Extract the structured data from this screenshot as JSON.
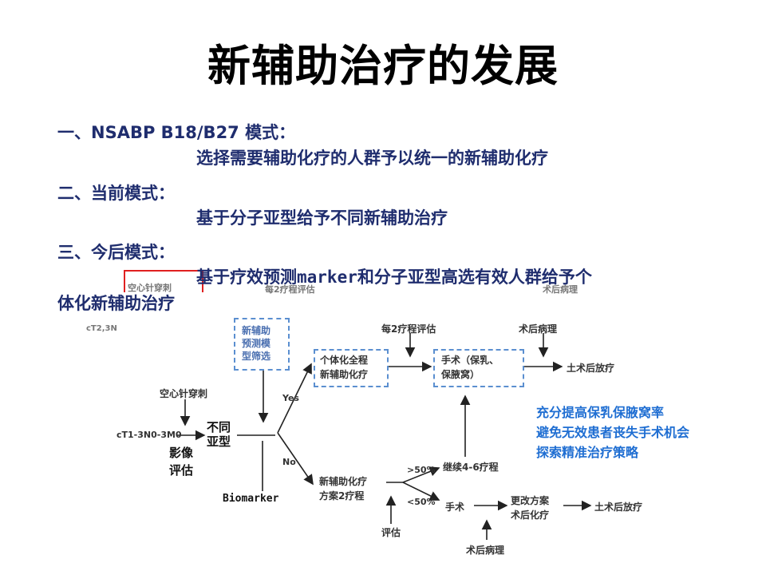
{
  "title": "新辅助治疗的发展",
  "text": {
    "l1": "一、NSABP B18/B27 模式：",
    "l1_detail": "选择需要辅助化疗的人群予以统一的新辅助化疗",
    "l2": "二、当前模式：",
    "l2_detail": "基于分子亚型给予不同新辅助治疗",
    "l3": "三、今后模式：",
    "l3_detail": "基于疗效预测marker和分子亚型高选有效人群给予个",
    "l3_wrap": "体化新辅助治疗"
  },
  "figure": {
    "ghost_core": "空心针穿刺",
    "ghost_eval": "每2疗程评估",
    "ghost_path": "术后病理",
    "ghost_ct": "cT2,3N",
    "model_line1": "新辅助",
    "model_line2": "预测模",
    "model_line3": "型筛选",
    "core_biopsy": "空心针穿刺",
    "ct_stage": "cT1-3N0-3M0",
    "subtype_line1": "不同",
    "subtype_line2": "亚型",
    "imaging_line1": "影像",
    "imaging_line2": "评估",
    "biomarker": "Biomarker",
    "yes": "Yes",
    "no": "No",
    "indiv_line1": "个体化全程",
    "indiv_line2": "新辅助化疗",
    "eval_every2": "每2疗程评估",
    "post_path_top": "术后病理",
    "surgery_line1": "手术（保乳、",
    "surgery_line2": "保腋窝）",
    "post_rt_top": "土术后放疗",
    "nac_line1": "新辅助化疗",
    "nac_line2": "方案2疗程",
    "gt50": ">50%",
    "lt50": "<50%",
    "continue": "继续4-6疗程",
    "surgery2": "手术",
    "change_line1": "更改方案",
    "change_line2": "术后化疗",
    "post_rt_bottom": "土术后放疗",
    "eval": "评估",
    "post_path_bottom": "术后病理"
  },
  "benefits": [
    "充分提高保乳保腋窝率",
    "避免无效患者丧失手术机会",
    "探索精准治疗策略"
  ],
  "colors": {
    "heading_text": "#1f2d6e",
    "benefit_text": "#1f6ed2",
    "dashed_box": "#5b8fd0",
    "red_marker": "#e02020"
  }
}
